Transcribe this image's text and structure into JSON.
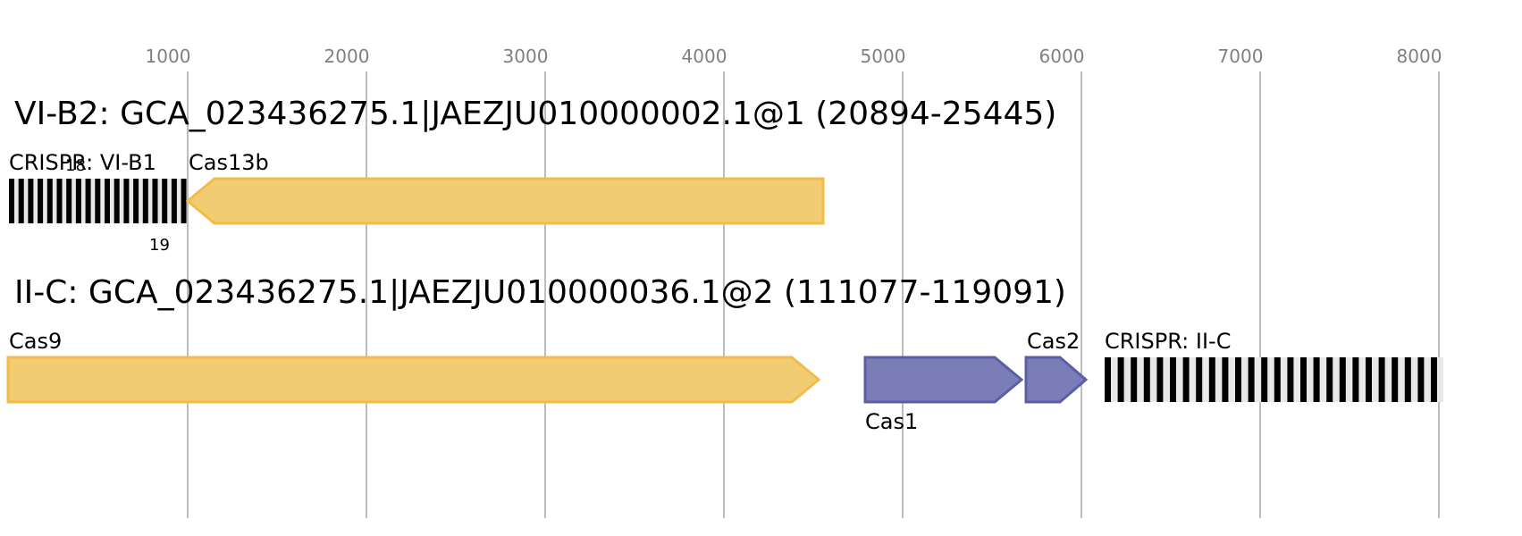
{
  "axis": {
    "ticks": [
      "1000",
      "2000",
      "3000",
      "4000",
      "5000",
      "6000",
      "7000",
      "8000"
    ],
    "tick_color": "#808080",
    "grid_color": "#bdbdbd"
  },
  "colors": {
    "yellow_fill": "#f2cc73",
    "yellow_stroke": "#f0bc4a",
    "blue_fill": "#7b7db7",
    "blue_stroke": "#5a5ea6",
    "crispr_bar": "#000000"
  },
  "tracks": [
    {
      "title": "VI-B2: GCA_023436275.1|JAEZJU010000002.1@1 (20894-25445)",
      "crispr_label": "CRISPR: VI-B1",
      "crispr_count_top": "18",
      "crispr_count_bottom": "19",
      "genes": [
        {
          "label": "Cas13b",
          "strand": "-",
          "color": "yellow"
        }
      ]
    },
    {
      "title": "II-C: GCA_023436275.1|JAEZJU010000036.1@2 (111077-119091)",
      "crispr_label": "CRISPR: II-C",
      "genes": [
        {
          "label": "Cas9",
          "strand": "+",
          "color": "yellow"
        },
        {
          "label": "Cas1",
          "strand": "+",
          "color": "blue"
        },
        {
          "label": "Cas2",
          "strand": "+",
          "color": "blue"
        }
      ]
    }
  ]
}
